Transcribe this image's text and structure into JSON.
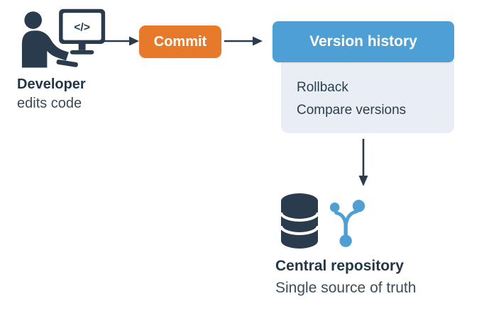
{
  "colors": {
    "accent_orange": "#E7792B",
    "accent_blue": "#4E9FD4",
    "panel_bg": "#E8EEF3",
    "dark": "#2A3B4D",
    "text_dark": "#233749"
  },
  "developer": {
    "title": "Developer",
    "subtitle": "edits code",
    "monitor_code": "</>"
  },
  "commit": {
    "label": "Commit"
  },
  "version_history": {
    "title": "Version history",
    "items": [
      "Rollback",
      "Compare versions"
    ]
  },
  "repository": {
    "title": "Central repository",
    "subtitle": "Single source of truth"
  },
  "icons": {
    "developer": "person-at-computer-icon",
    "database": "database-cylinder-icon",
    "branch": "git-branch-icon",
    "flow_arrows": [
      "arrow-right-icon",
      "arrow-right-icon",
      "arrow-down-icon"
    ]
  }
}
